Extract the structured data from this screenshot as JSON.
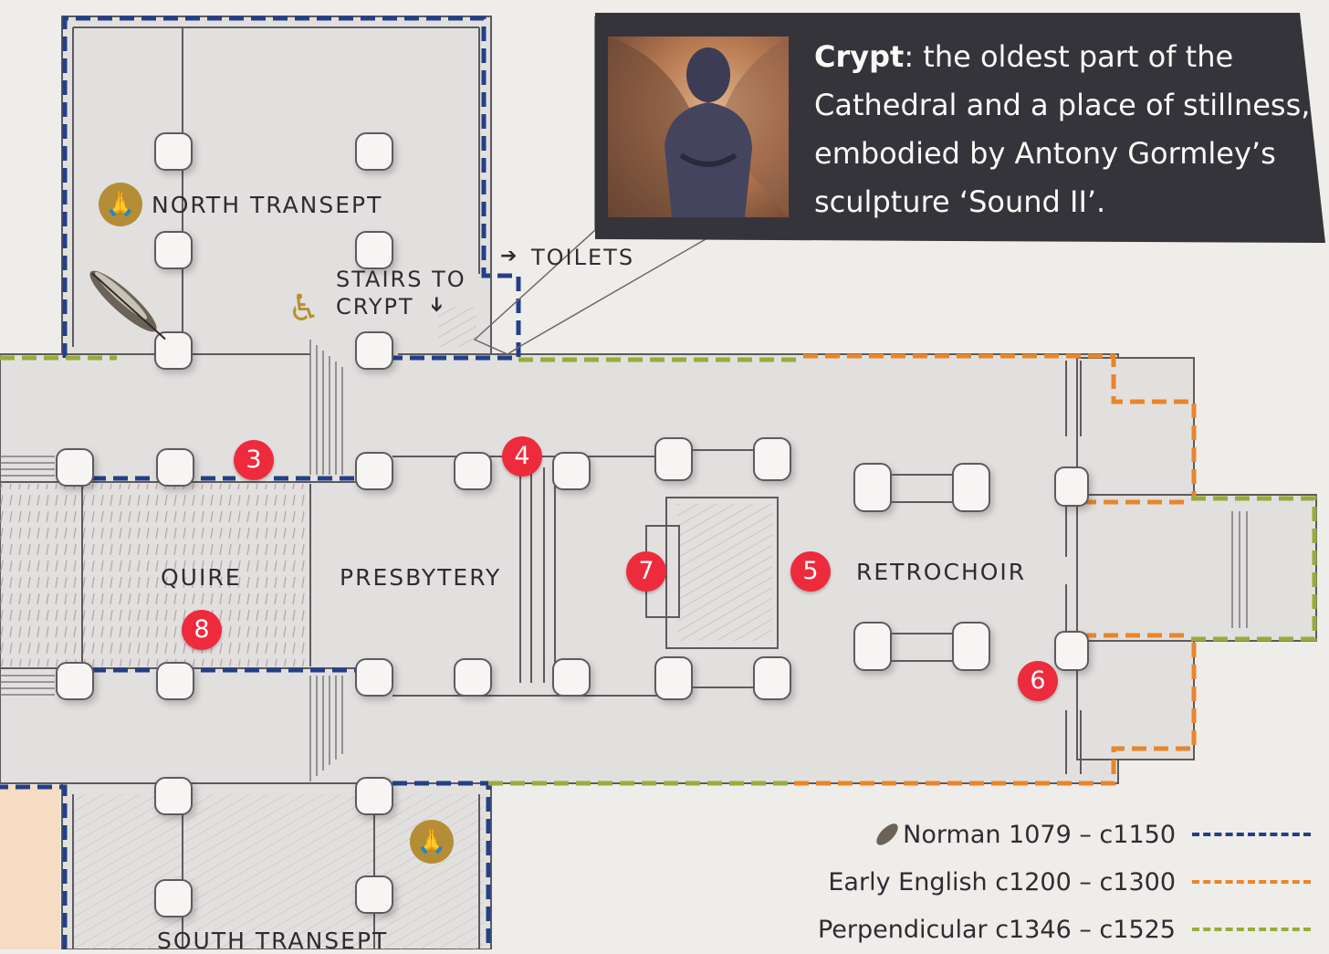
{
  "labels": {
    "north_transept": "NORTH TRANSEPT",
    "stairs_line1": "STAIRS TO",
    "stairs_line2": "CRYPT",
    "stairs_arrow": "➔",
    "toilets": "TOILETS",
    "toilets_arrow": "➔",
    "quire": "QUIRE",
    "presbytery": "PRESBYTERY",
    "retrochoir": "RETROCHOIR",
    "south_transept": "SOUTH TRANSEPT"
  },
  "markers": [
    "3",
    "4",
    "7",
    "5",
    "8",
    "6"
  ],
  "icons": {
    "prayer": "praying-hands-icon",
    "wheelchair": "wheelchair-icon",
    "wheelchair_glyph": "♿",
    "prayer_glyph": "🙏",
    "feather": "feather-icon"
  },
  "callout": {
    "bold": "Crypt",
    "text": ": the oldest part of the Cathedral and a place of stillness, embodied by Antony Gormley’s sculpture ‘Sound II’."
  },
  "legend": [
    {
      "label": "Norman 1079 – c1150",
      "color": "#233f86",
      "icon": "feather-icon"
    },
    {
      "label": "Early English c1200 – c1300",
      "color": "#e8862a"
    },
    {
      "label": "Perpendicular c1346 – c1525",
      "color": "#97ad3b"
    }
  ],
  "colors": {
    "floor": "#e2e0de",
    "background": "#efedea",
    "wall": "#5d5a5e",
    "marker": "#ee2a3d",
    "norman": "#233f86",
    "early_english": "#e8862a",
    "perpendicular": "#97ad3b",
    "callout_bg": "#36343b",
    "accent_gold": "#b48d36"
  }
}
